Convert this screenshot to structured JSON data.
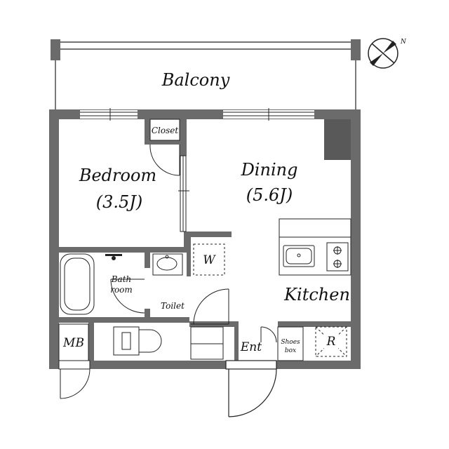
{
  "rooms": {
    "balcony": "Balcony",
    "bedroom": "Bedroom",
    "bedroom_size": "(3.5J)",
    "closet": "Closet",
    "dining": "Dining",
    "dining_size": "(5.6J)",
    "kitchen": "Kitchen",
    "bath_line1": "Bath",
    "bath_line2": "room",
    "toilet": "Toilet",
    "washer": "W",
    "mb": "MB",
    "entrance": "Ent",
    "shoes_line1": "Shoes",
    "shoes_line2": "box",
    "fridge": "R"
  },
  "compass": {
    "north_label": "N"
  },
  "colors": {
    "wall": "#6b6b6b",
    "wall_dark": "#595959",
    "line": "#222222"
  }
}
